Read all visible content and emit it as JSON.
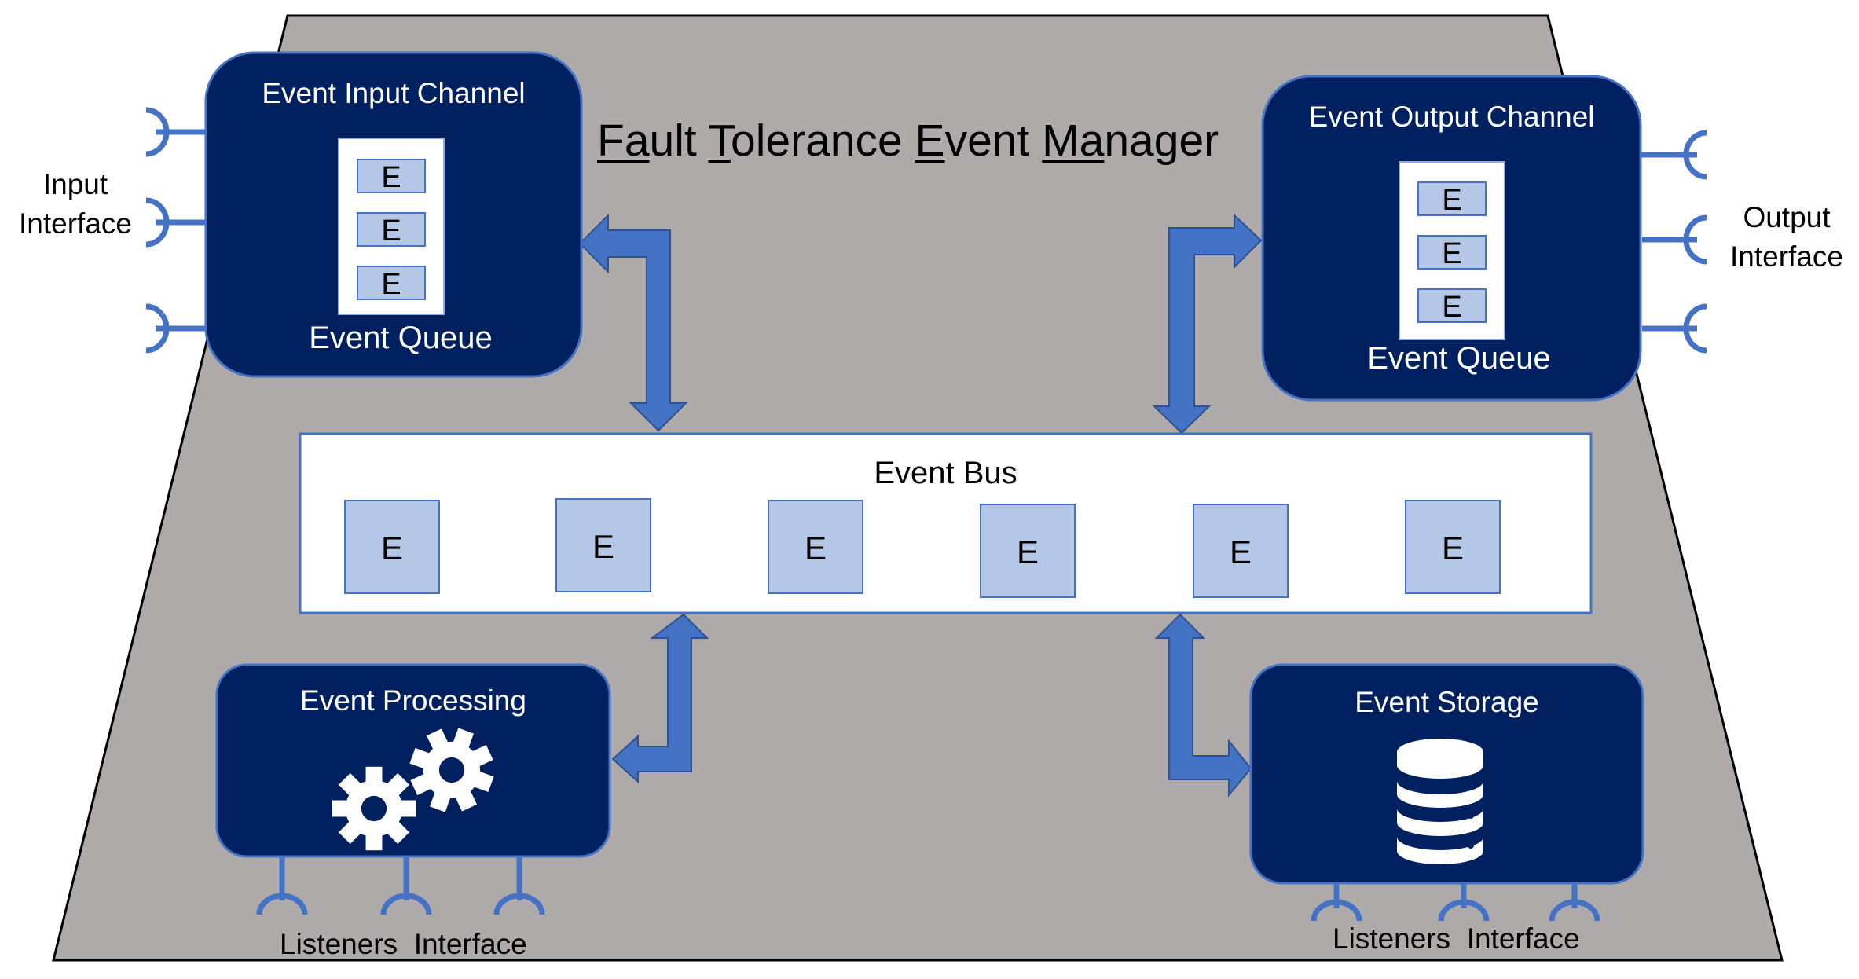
{
  "title": {
    "parts": [
      {
        "u": "Fa",
        "rest": "ult"
      },
      {
        "u": "T",
        "rest": "olerance"
      },
      {
        "u": "E",
        "rest": "vent"
      },
      {
        "u": "Ma",
        "rest": "nager"
      }
    ]
  },
  "input_channel": {
    "title": "Event Input Channel",
    "queue_label": "Event Queue",
    "items": [
      "E",
      "E",
      "E"
    ]
  },
  "output_channel": {
    "title": "Event Output Channel",
    "queue_label": "Event Queue",
    "items": [
      "E",
      "E",
      "E"
    ]
  },
  "event_bus": {
    "title": "Event Bus",
    "items": [
      "E",
      "E",
      "E",
      "E",
      "E",
      "E"
    ]
  },
  "event_processing": {
    "title": "Event Processing",
    "icon": "gears-icon"
  },
  "event_storage": {
    "title": "Event Storage",
    "icon": "database-icon"
  },
  "input_interface": {
    "line1": "Input",
    "line2": "Interface"
  },
  "output_interface": {
    "line1": "Output",
    "line2": "Interface"
  },
  "listeners_left": "Listeners  Interface",
  "listeners_right": "Listeners  Interface",
  "colors": {
    "platform": "#aeaaaa",
    "box": "#002060",
    "arrow": "#4472c4",
    "event": "#b4c7e7"
  }
}
